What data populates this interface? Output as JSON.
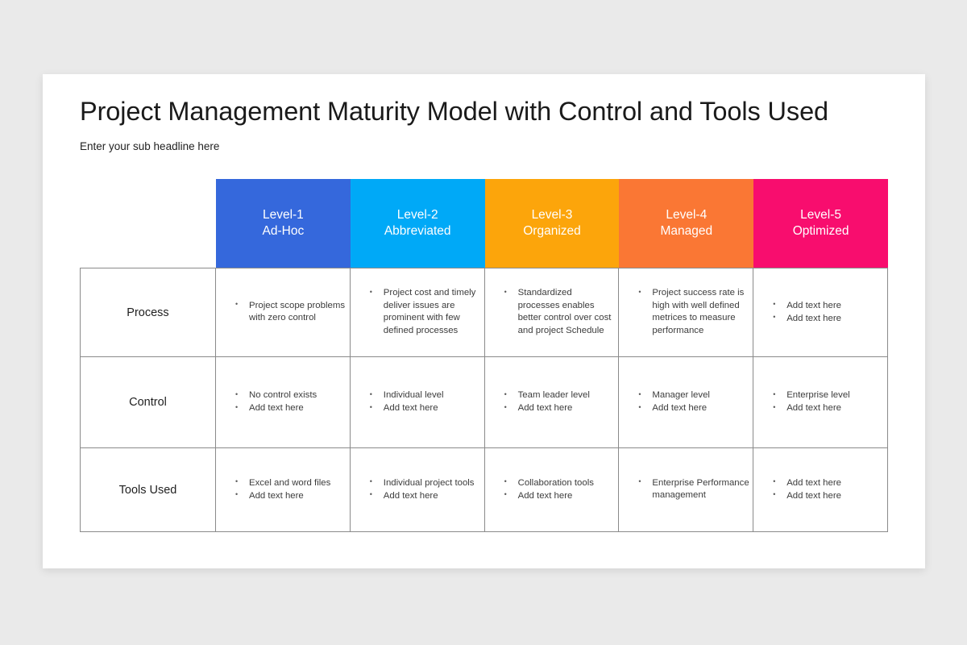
{
  "slide": {
    "title": "Project Management Maturity Model with Control and Tools Used",
    "subtitle": "Enter your sub headline here",
    "background_color": "#eaeaea",
    "card_color": "#ffffff"
  },
  "matrix": {
    "corner_label": "",
    "levels": [
      {
        "number": "Level-1",
        "name": "Ad-Hoc",
        "color": "#3568dc"
      },
      {
        "number": "Level-2",
        "name": "Abbreviated",
        "color": "#00a9f7"
      },
      {
        "number": "Level-3",
        "name": "Organized",
        "color": "#fca50b"
      },
      {
        "number": "Level-4",
        "name": "Managed",
        "color": "#fa7734"
      },
      {
        "number": "Level-5",
        "name": "Optimized",
        "color": "#f80d6e"
      }
    ],
    "rows": [
      {
        "label": "Process",
        "cells": [
          [
            "Project scope problems with zero control"
          ],
          [
            "Project cost and timely deliver issues are prominent with few defined processes"
          ],
          [
            "Standardized processes enables better control over cost and project Schedule"
          ],
          [
            "Project success rate is high with well defined metrices to measure performance"
          ],
          [
            "Add text here",
            "Add text here"
          ]
        ]
      },
      {
        "label": "Control",
        "cells": [
          [
            "No control exists",
            "Add text here"
          ],
          [
            "Individual level",
            "Add text here"
          ],
          [
            "Team leader level",
            "Add text here"
          ],
          [
            "Manager level",
            "Add text here"
          ],
          [
            "Enterprise level",
            "Add text here"
          ]
        ]
      },
      {
        "label": "Tools Used",
        "cells": [
          [
            "Excel and word files",
            "Add text here"
          ],
          [
            "Individual project tools",
            "Add text here"
          ],
          [
            "Collaboration tools",
            "Add text here"
          ],
          [
            "Enterprise Performance management"
          ],
          [
            "Add text here",
            "Add text here"
          ]
        ]
      }
    ]
  }
}
